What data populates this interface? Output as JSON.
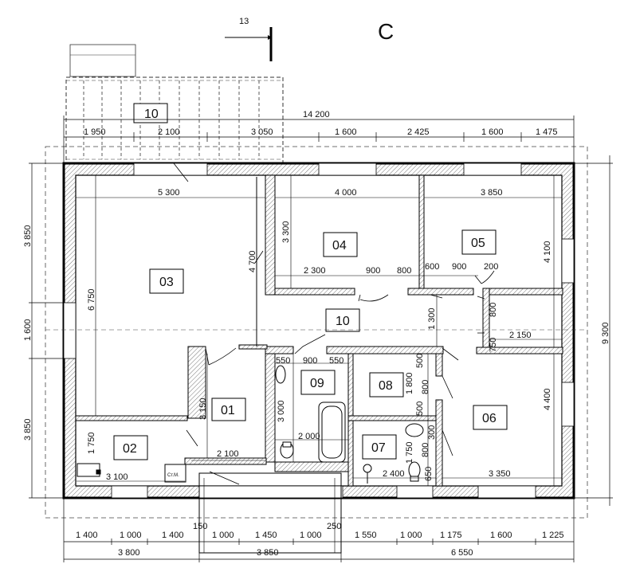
{
  "title": "C",
  "section_marker": "13",
  "rooms": {
    "r01": "01",
    "r02": "02",
    "r03": "03",
    "r04": "04",
    "r05": "05",
    "r06": "06",
    "r07": "07",
    "r08": "08",
    "r09": "09",
    "r10": "10",
    "r10b": "10"
  },
  "appliance_label": "Ст.М.",
  "dims": {
    "top_total": "14 200",
    "top_chain": [
      "1 950",
      "2 100",
      "3 050",
      "1 600",
      "2 425",
      "1 600",
      "1 475"
    ],
    "bottom_chain": [
      "1 400",
      "1 000",
      "1 400",
      "1 000",
      "1 450",
      "1 000",
      "1 550",
      "1 000",
      "1 175",
      "1 600",
      "1 225"
    ],
    "bottom_offsets": [
      "150",
      "250"
    ],
    "bottom_totals": [
      "3 800",
      "3 850",
      "6 550"
    ],
    "left_chain": [
      "3 850",
      "1 600",
      "3 850"
    ],
    "right_total": "9 300",
    "interior": {
      "d5300": "5 300",
      "d4000": "4 000",
      "d3850": "3 850",
      "d6750": "6 750",
      "d4700": "4 700",
      "d3300": "3 300",
      "d2300": "2 300",
      "d900a": "900",
      "d800a": "800",
      "d600": "600",
      "d900b": "900",
      "d200": "200",
      "d4100": "4 100",
      "d800b": "800",
      "d2150": "2 150",
      "d750": "750",
      "d1300": "1 300",
      "d550a": "550",
      "d900c": "900",
      "d550b": "550",
      "d3000": "3 000",
      "d2000": "2 000",
      "d3150": "3 150",
      "d2100": "2 100",
      "d1750a": "1 750",
      "d3100": "3 100",
      "d500a": "500",
      "d1800": "1 800",
      "d800c": "800",
      "d500b": "500",
      "d300": "300",
      "d800d": "800",
      "d1750b": "1 750",
      "d650": "650",
      "d2400": "2 400",
      "d4400": "4 400",
      "d3350": "3 350"
    }
  }
}
